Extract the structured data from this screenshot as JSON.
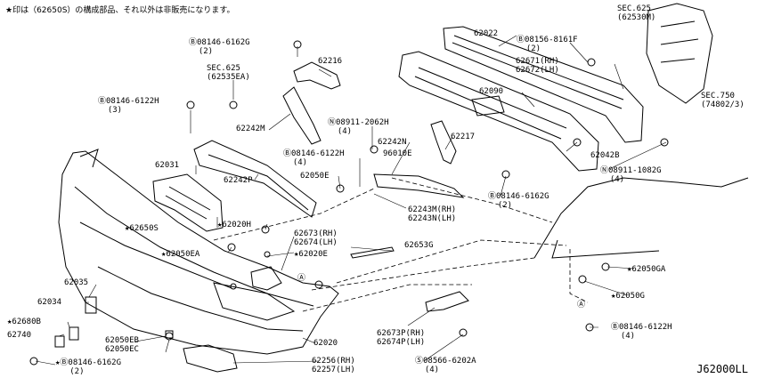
{
  "note": "★印は（62650S）の構成部品、それ以外は非販売になります。",
  "diagram_code": "J62000LL",
  "labels": [
    {
      "id": "l1",
      "text": "SEC.625"
    },
    {
      "id": "l2",
      "text": "(62530M)"
    },
    {
      "id": "l3",
      "text": "Ⓑ08146-6162G\n  (2)"
    },
    {
      "id": "l4",
      "text": "62022"
    },
    {
      "id": "l5",
      "text": "Ⓑ08156-8161F\n  (2)"
    },
    {
      "id": "l6",
      "text": "62216"
    },
    {
      "id": "l7",
      "text": "62671(RH)\n62672(LH)"
    },
    {
      "id": "l8",
      "text": "SEC.625\n(62535EA)"
    },
    {
      "id": "l9",
      "text": "62090"
    },
    {
      "id": "l10",
      "text": "SEC.750\n(74802/3)"
    },
    {
      "id": "l11",
      "text": "Ⓑ08146-6122H\n  (3)"
    },
    {
      "id": "l12",
      "text": "Ⓝ08911-2062H\n  (4)"
    },
    {
      "id": "l13",
      "text": "62217"
    },
    {
      "id": "l14",
      "text": "62242M"
    },
    {
      "id": "l15",
      "text": "62242N"
    },
    {
      "id": "l16",
      "text": "62042B"
    },
    {
      "id": "l17",
      "text": "Ⓑ08146-6122H\n  (4)"
    },
    {
      "id": "l18",
      "text": "96010E"
    },
    {
      "id": "l19",
      "text": "62031"
    },
    {
      "id": "l20",
      "text": "Ⓝ08911-1082G\n  (4)"
    },
    {
      "id": "l21",
      "text": "62050E"
    },
    {
      "id": "l22",
      "text": "62242P"
    },
    {
      "id": "l23",
      "text": "Ⓑ08146-6162G\n  (2)"
    },
    {
      "id": "l24",
      "text": "62243M(RH)\n62243N(LH)"
    },
    {
      "id": "l25",
      "text": "★62650S"
    },
    {
      "id": "l26",
      "text": "★62020H"
    },
    {
      "id": "l27",
      "text": "62673(RH)\n62674(LH)"
    },
    {
      "id": "l28",
      "text": "62653G"
    },
    {
      "id": "l29",
      "text": "★62050EA"
    },
    {
      "id": "l30",
      "text": "★62020E"
    },
    {
      "id": "l31",
      "text": "★62050GA"
    },
    {
      "id": "l32",
      "text": "62035"
    },
    {
      "id": "l33",
      "text": "62034"
    },
    {
      "id": "l34",
      "text": "★62050G"
    },
    {
      "id": "l35",
      "text": "★62680B"
    },
    {
      "id": "l36",
      "text": "62740"
    },
    {
      "id": "l37",
      "text": "62050EB\n62050EC"
    },
    {
      "id": "l38",
      "text": "62020"
    },
    {
      "id": "l39",
      "text": "62673P(RH)\n62674P(LH)"
    },
    {
      "id": "l40",
      "text": "Ⓑ08146-6122H\n  (4)"
    },
    {
      "id": "l41",
      "text": "★Ⓑ08146-6162G\n   (2)"
    },
    {
      "id": "l42",
      "text": "62256(RH)\n62257(LH)"
    },
    {
      "id": "l43",
      "text": "Ⓢ08566-6202A\n  (4)"
    },
    {
      "id": "l44",
      "text": "Ⓐ"
    },
    {
      "id": "l45",
      "text": "Ⓐ"
    }
  ]
}
